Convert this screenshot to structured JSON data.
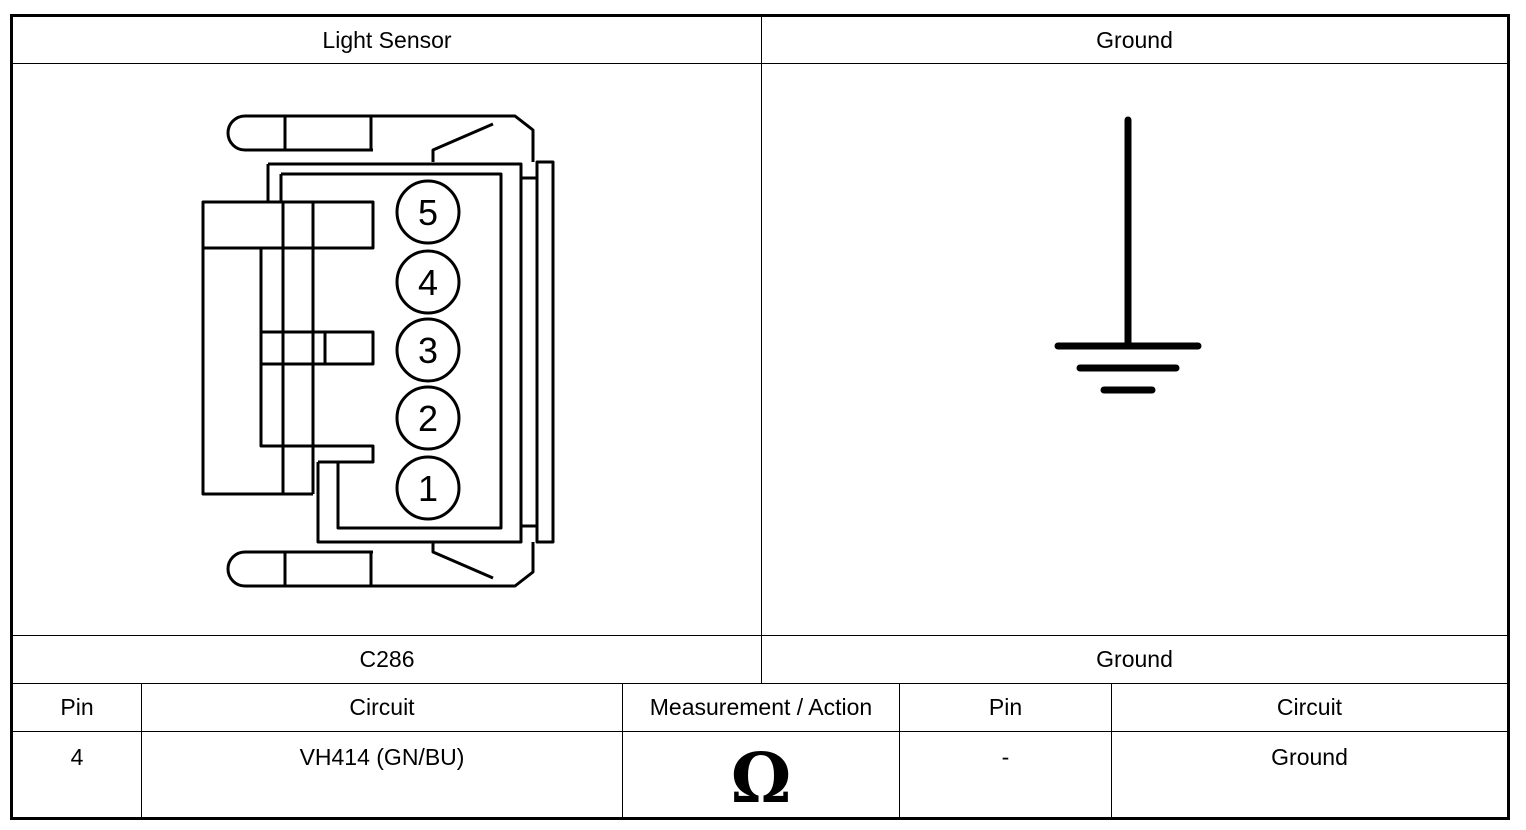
{
  "header": {
    "left_title": "Light Sensor",
    "right_title": "Ground"
  },
  "connector": {
    "name": "C286",
    "pins": [
      "5",
      "4",
      "3",
      "2",
      "1"
    ]
  },
  "ground": {
    "name": "Ground",
    "icon": "ground-symbol-icon"
  },
  "table": {
    "headers": [
      "Pin",
      "Circuit",
      "Measurement / Action",
      "Pin",
      "Circuit"
    ],
    "rows": [
      {
        "pin_a": "4",
        "circuit_a": "VH414 (GN/BU)",
        "action": "Ω",
        "pin_b": "-",
        "circuit_b": "Ground"
      }
    ]
  }
}
